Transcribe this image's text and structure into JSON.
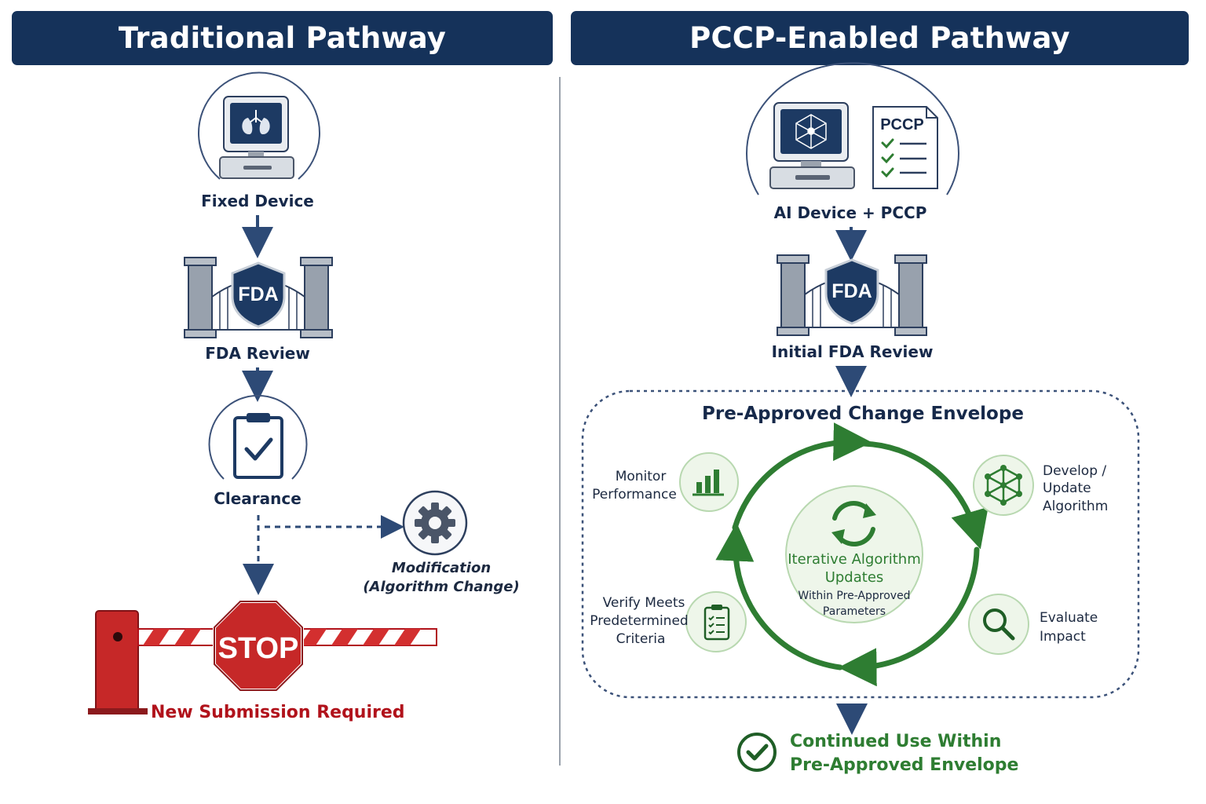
{
  "headers": {
    "left": "Traditional Pathway",
    "right": "PCCP-Enabled Pathway"
  },
  "traditional": {
    "fixed_device": "Fixed Device",
    "fda_badge": "FDA",
    "fda_review": "FDA Review",
    "clearance": "Clearance",
    "modification_line1": "Modification",
    "modification_line2": "(Algorithm Change)",
    "stop_sign": "STOP",
    "new_submission": "New Submission Required"
  },
  "pccp": {
    "device_label": "AI Device + PCCP",
    "doc_title": "PCCP",
    "fda_badge": "FDA",
    "initial_review": "Initial FDA Review",
    "envelope_title": "Pre-Approved Change Envelope",
    "center_line1": "Iterative Algorithm",
    "center_line2": "Updates",
    "center_line3": "Within Pre-Approved",
    "center_line4": "Parameters",
    "step_monitor_1": "Monitor",
    "step_monitor_2": "Performance",
    "step_develop_1": "Develop /",
    "step_develop_2": "Update",
    "step_develop_3": "Algorithm",
    "step_evaluate_1": "Evaluate",
    "step_evaluate_2": "Impact",
    "step_verify_1": "Verify Meets",
    "step_verify_2": "Predetermined",
    "step_verify_3": "Criteria",
    "continued_1": "Continued Use Within",
    "continued_2": "Pre-Approved Envelope"
  },
  "colors": {
    "navy": "#15325a",
    "green": "#2e7d32",
    "red": "#b1121b",
    "gray": "#9aa2ad"
  },
  "icons": [
    "computer-icon",
    "lungs-icon",
    "gate-icon",
    "shield-icon",
    "clipboard-check-icon",
    "gear-icon",
    "stop-sign-icon",
    "barrier-icon",
    "network-icon",
    "document-icon",
    "bar-chart-icon",
    "clipboard-list-icon",
    "magnifier-icon",
    "refresh-icon",
    "check-circle-icon"
  ]
}
